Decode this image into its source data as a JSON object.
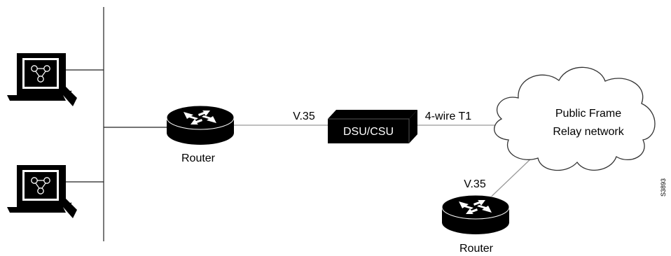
{
  "labels": {
    "router_main": "Router",
    "router_bottom": "Router",
    "v35_top": "V.35",
    "v35_bottom": "V.35",
    "dsu": "DSU/CSU",
    "t1": "4-wire T1",
    "cloud_line1": "Public Frame",
    "cloud_line2": "Relay network",
    "figure_id": "S3893"
  }
}
